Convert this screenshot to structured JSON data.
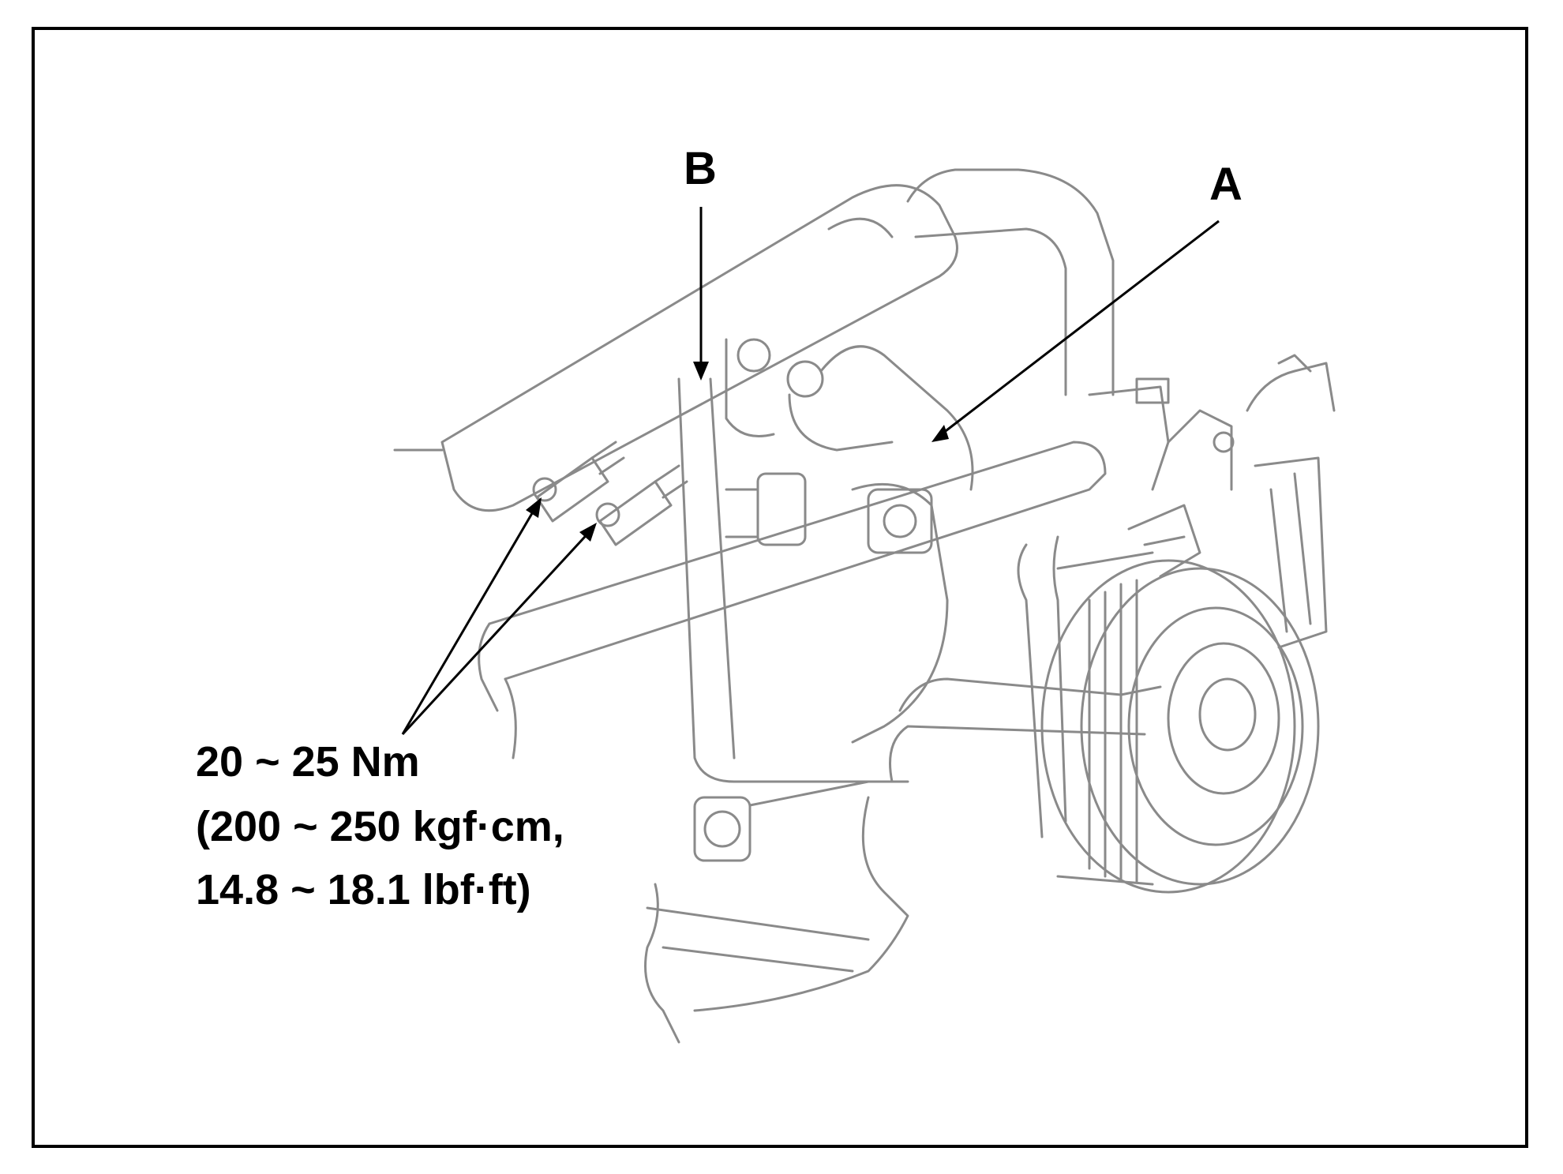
{
  "callouts": {
    "a": "A",
    "b": "B"
  },
  "torque_spec": {
    "line1": "20 ~ 25 Nm",
    "line2": "(200 ~ 250 kgf·cm,",
    "line3": "14.8 ~ 18.1 lbf·ft)"
  },
  "colors": {
    "line": "#000000",
    "drawing": "#8a8a8a",
    "background": "#ffffff"
  }
}
